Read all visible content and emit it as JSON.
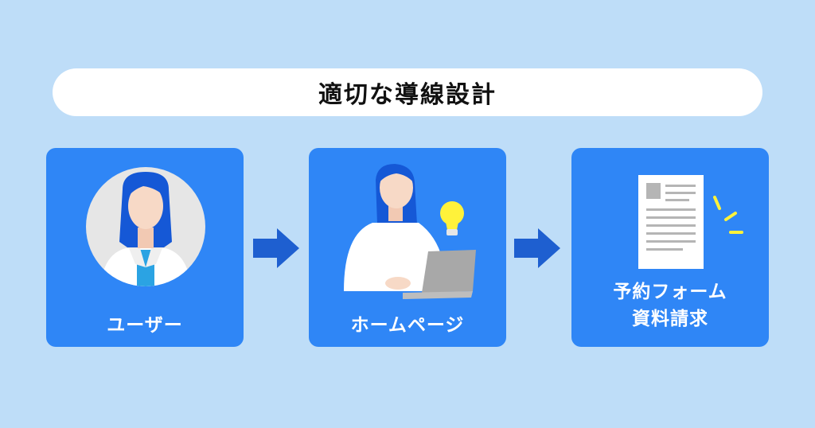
{
  "title": "適切な導線設計",
  "steps": [
    {
      "label": "ユーザー"
    },
    {
      "label": "ホームページ"
    },
    {
      "label_line1": "予約フォーム",
      "label_line2": "資料請求"
    }
  ],
  "colors": {
    "background": "#BEDDF8",
    "card": "#2F86F6",
    "arrow": "#1E5FD0",
    "hair": "#1558D6",
    "skin": "#F7D9C6",
    "bulb": "#FFF23A",
    "white": "#FFFFFF"
  },
  "icons": [
    "user-avatar-icon",
    "laptop-user-icon",
    "lightbulb-icon",
    "document-icon",
    "arrow-right-icon"
  ]
}
